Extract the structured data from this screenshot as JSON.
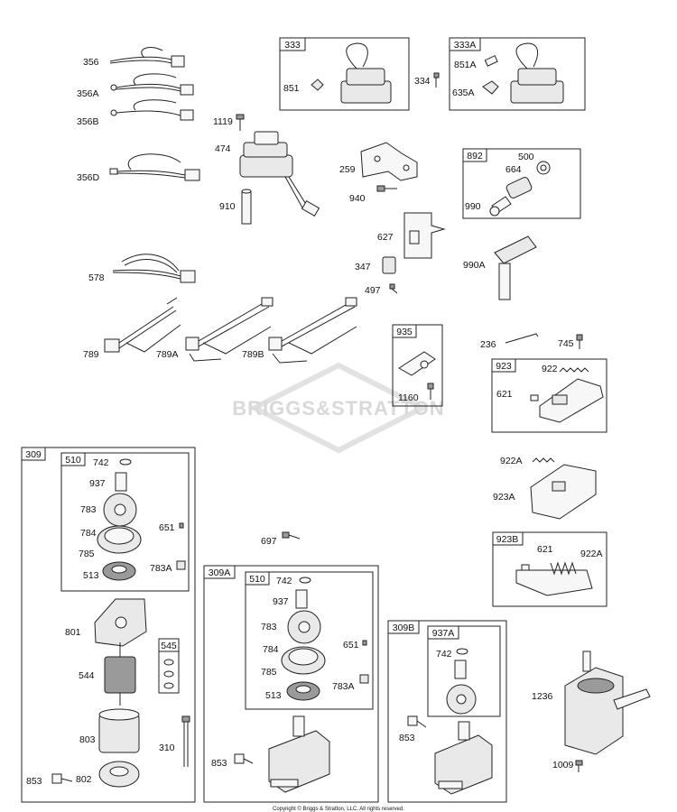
{
  "watermark": "BRIGGS&STRATTON",
  "copyright": "Copyright © Briggs & Stratton, LLC. All rights reserved.",
  "group_titles": {
    "g333": "333",
    "g333A": "333A",
    "g892": "892",
    "g935": "935",
    "g923": "923",
    "g923B": "923B",
    "g309": "309",
    "g510a": "510",
    "g545": "545",
    "g309A": "309A",
    "g510b": "510",
    "g309B": "309B",
    "g937A": "937A"
  },
  "callouts": {
    "c356": "356",
    "c356A": "356A",
    "c356B": "356B",
    "c356D": "356D",
    "c578": "578",
    "c789": "789",
    "c789A": "789A",
    "c789B": "789B",
    "c1119": "1119",
    "c474": "474",
    "c910": "910",
    "c851": "851",
    "c334": "334",
    "c851A": "851A",
    "c635A": "635A",
    "c259": "259",
    "c940": "940",
    "c627": "627",
    "c347": "347",
    "c497": "497",
    "c500": "500",
    "c664": "664",
    "c990": "990",
    "c990A": "990A",
    "c236": "236",
    "c745": "745",
    "c1160": "1160",
    "c922": "922",
    "c621": "621",
    "c922A": "922A",
    "c923A": "923A",
    "c621b": "621",
    "c922Ab": "922A",
    "c742a": "742",
    "c937a": "937",
    "c783a": "783",
    "c784a": "784",
    "c785a": "785",
    "c651a": "651",
    "c513a": "513",
    "c783Aa": "783A",
    "c801": "801",
    "c544": "544",
    "c803": "803",
    "c310": "310",
    "c853a": "853",
    "c802": "802",
    "c697": "697",
    "c742b": "742",
    "c937b": "937",
    "c783b": "783",
    "c784b": "784",
    "c785b": "785",
    "c651b": "651",
    "c513b": "513",
    "c783Ab": "783A",
    "c853b": "853",
    "c742c": "742",
    "c853c": "853",
    "c1236": "1236",
    "c1009": "1009"
  }
}
